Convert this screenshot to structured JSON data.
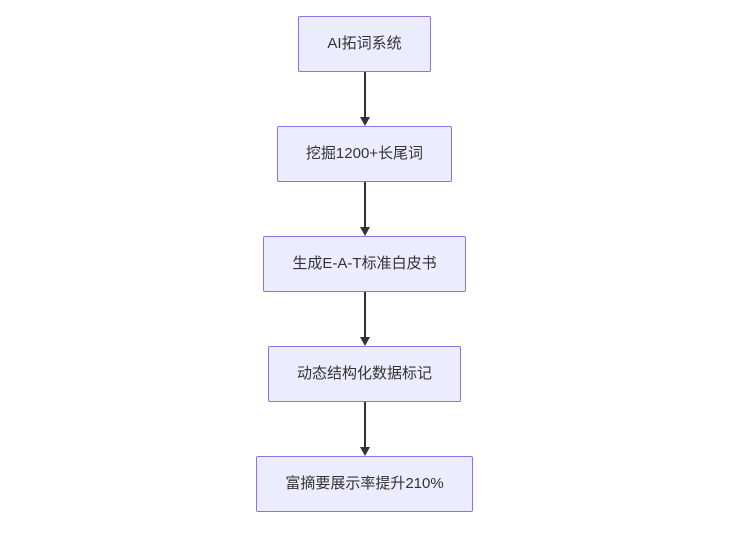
{
  "diagram": {
    "type": "flowchart",
    "direction": "top-down",
    "nodes": [
      {
        "id": "n1",
        "label": "AI拓词系统"
      },
      {
        "id": "n2",
        "label": "挖掘1200+长尾词"
      },
      {
        "id": "n3",
        "label": "生成E-A-T标准白皮书"
      },
      {
        "id": "n4",
        "label": "动态结构化数据标记"
      },
      {
        "id": "n5",
        "label": "富摘要展示率提升210%"
      }
    ],
    "edges": [
      {
        "from": "n1",
        "to": "n2"
      },
      {
        "from": "n2",
        "to": "n3"
      },
      {
        "from": "n3",
        "to": "n4"
      },
      {
        "from": "n4",
        "to": "n5"
      }
    ],
    "colors": {
      "node_fill": "#ececff",
      "node_border": "#9370db",
      "arrow": "#333333",
      "text": "#333333",
      "background": "#ffffff"
    }
  }
}
